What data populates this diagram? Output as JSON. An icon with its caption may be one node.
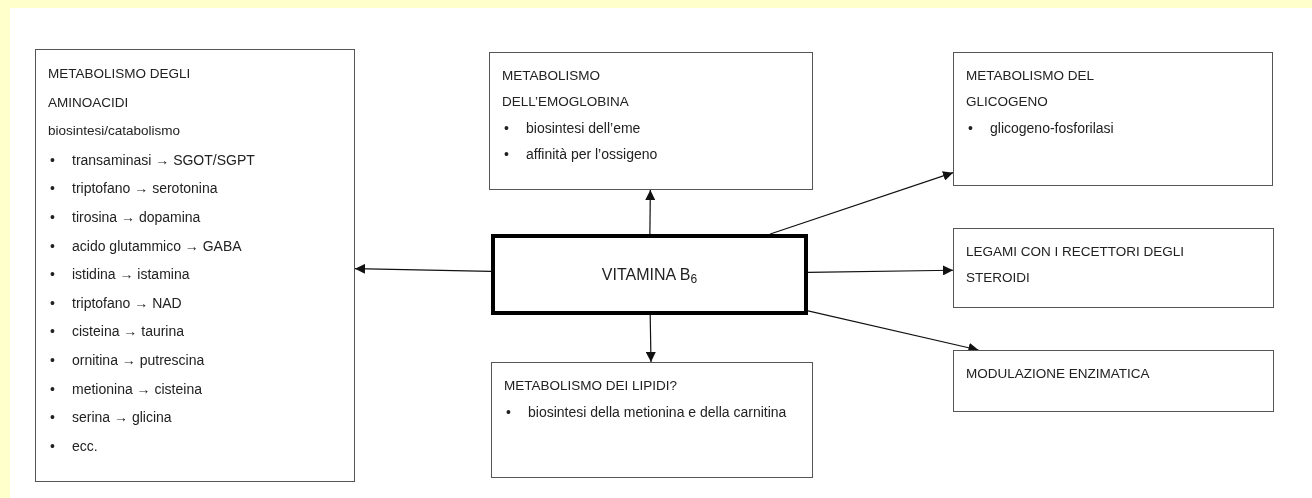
{
  "diagram": {
    "nodes": [
      {
        "text": [
          "METABOLISMO DEGLI AMINOACIDI",
          "biosintesi/catabolismo",
          "• transaminasi → SGOT/SGPT",
          "• triptofano → serotonina",
          "• tirosina → dopamina",
          "• acido glutammico → GABA",
          "• istidina → istamina",
          "• triptofano → NAD",
          "• cisteina → taurina",
          "• ornitina → putrescina",
          "• metionina → cisteina",
          "• serina → glicina",
          "• ecc."
        ]
      },
      {
        "text": [
          "METABOLISMO DELL’EMOGLOBINA",
          "• biosintesi dell’eme",
          "• affinità per l’ossigeno"
        ]
      },
      {
        "text": [
          "VITAMINA B$_{6}$"
        ]
      },
      {
        "text": [
          "METABOLISMO DEI LIPIDI?",
          "• biosintesi della metionina e della carnitina"
        ]
      },
      {
        "text": [
          "METABOLISMO DEL GLICOGENO",
          "• glicogeno-fosforilasi"
        ]
      },
      {
        "text": [
          "LEGAMI CON I RECETTORI DEGLI STEROIDI"
        ]
      },
      {
        "text": [
          "MODULAZIONE ENZIMATICA"
        ]
      }
    ],
    "edges": [
      {
        "from": 2,
        "to": 0,
        "arrow": "to"
      },
      {
        "from": 2,
        "to": 1,
        "arrow": "to"
      },
      {
        "from": 2,
        "to": 3,
        "arrow": "to"
      },
      {
        "from": 2,
        "to": 4,
        "arrow": "to"
      },
      {
        "from": 2,
        "to": 5,
        "arrow": "to"
      },
      {
        "from": 2,
        "to": 6,
        "arrow": "to"
      }
    ]
  }
}
